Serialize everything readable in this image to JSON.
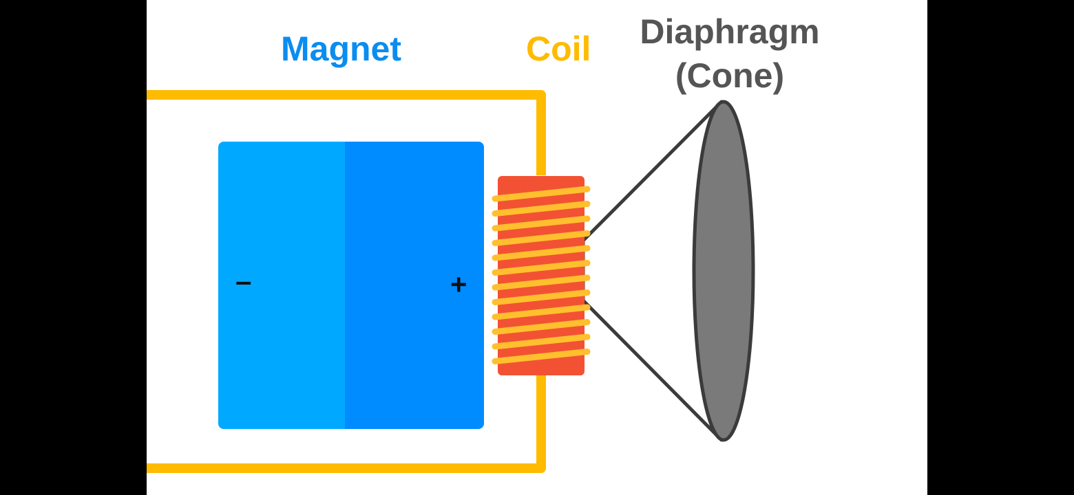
{
  "labels": {
    "magnet": "Magnet",
    "coil": "Coil",
    "diaphragm": "Diaphragm",
    "cone": "(Cone)"
  },
  "magnet": {
    "negative_sign": "–",
    "positive_sign": "+"
  },
  "colors": {
    "magnet_text": "#0a8df0",
    "coil_text": "#ffbb00",
    "diaphragm_text": "#555555",
    "magnet_left": "#00a9ff",
    "magnet_right": "#008cff",
    "wire": "#ffbb00",
    "coil_core": "#f25233",
    "coil_winding": "#ffbf2e",
    "cone_fill": "#7a7a7a",
    "outline": "#3b3b3b"
  }
}
